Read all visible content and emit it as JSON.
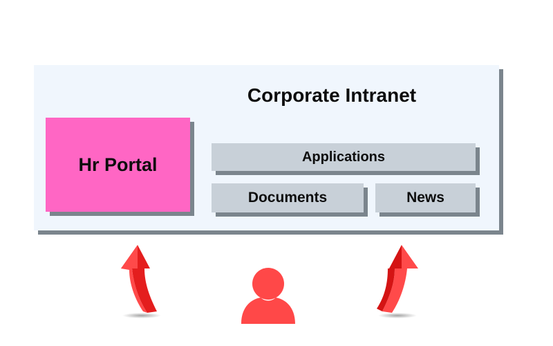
{
  "diagram": {
    "container": {
      "title": "Corporate Intranet",
      "color": "#f0f6fd"
    },
    "modules": [
      {
        "label": "Hr Portal",
        "color": "#ff66c4"
      },
      {
        "label": "Applications",
        "color": "#c8d0d8"
      },
      {
        "label": "Documents",
        "color": "#c8d0d8"
      },
      {
        "label": "News",
        "color": "#c8d0d8"
      }
    ],
    "shadow_color": "#7b858d",
    "icons": {
      "left_arrow": "curved-up-arrow",
      "user": "user",
      "right_arrow": "curved-up-arrow",
      "accent": "#f44a4a"
    }
  }
}
